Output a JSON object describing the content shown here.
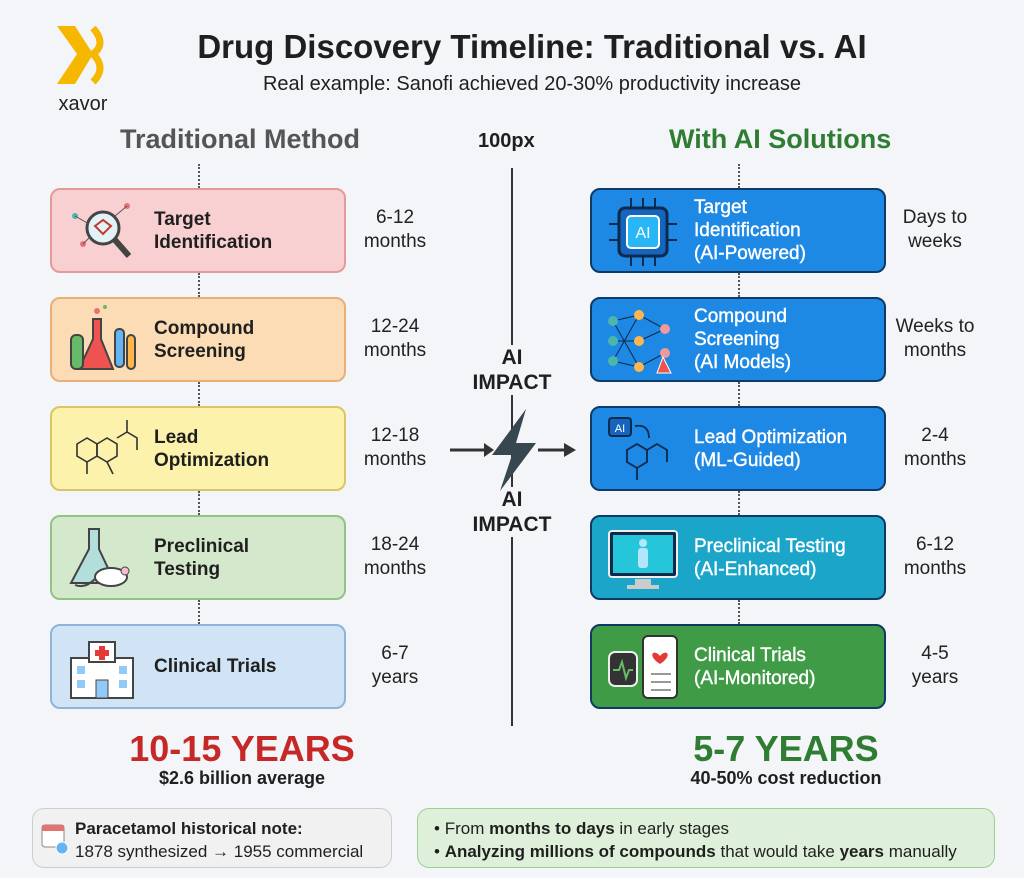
{
  "logo": {
    "name": "xavor",
    "accent": "#f5b700"
  },
  "header": {
    "title": "Drug Discovery Timeline: Traditional vs. AI",
    "subtitle": "Real example: Sanofi achieved 20-30% productivity increase"
  },
  "traditional": {
    "heading": "Traditional Method",
    "stages": [
      {
        "label": "Target Identification",
        "duration": [
          "6-12",
          "months"
        ],
        "icon": "magnifier-molecule-icon",
        "fill": "#f8d0d1",
        "border": "#e59a9a"
      },
      {
        "label": "Compound Screening",
        "duration": [
          "12-24",
          "months"
        ],
        "icon": "lab-flasks-icon",
        "fill": "#fcdcb4",
        "border": "#e6b078"
      },
      {
        "label": "Lead Optimization",
        "duration": [
          "12-18",
          "months"
        ],
        "icon": "chemical-structure-icon",
        "fill": "#fcf2ab",
        "border": "#d8c666"
      },
      {
        "label": "Preclinical Testing",
        "duration": [
          "18-24",
          "months"
        ],
        "icon": "flask-mouse-icon",
        "fill": "#d4e9cb",
        "border": "#93c285"
      },
      {
        "label": "Clinical Trials",
        "duration": [
          "6-7",
          "years"
        ],
        "icon": "hospital-icon",
        "fill": "#d1e4f6",
        "border": "#8fb4da"
      }
    ],
    "total": "10-15 YEARS",
    "total_sub": "$2.6 billion average",
    "total_color": "#c62828"
  },
  "center": {
    "label": "100px",
    "impact_top": "AI IMPACT",
    "impact_bottom": "AI IMPACT"
  },
  "ai": {
    "heading": "With AI Solutions",
    "stages": [
      {
        "label": [
          "Target",
          "Identification",
          "(AI-Powered)"
        ],
        "duration": [
          "Days to",
          "weeks"
        ],
        "icon": "ai-chip-icon",
        "fill": "#1e88e5"
      },
      {
        "label": [
          "Compound",
          "Screening",
          "(AI Models)"
        ],
        "duration": [
          "Weeks to",
          "months"
        ],
        "icon": "neural-network-icon",
        "fill": "#1e88e5"
      },
      {
        "label": [
          "Lead Optimization",
          "(ML-Guided)"
        ],
        "duration": [
          "2-4",
          "months"
        ],
        "icon": "ai-molecule-icon",
        "fill": "#1e88e5"
      },
      {
        "label": [
          "Preclinical Testing",
          "(AI-Enhanced)"
        ],
        "duration": [
          "6-12",
          "months"
        ],
        "icon": "monitor-body-scan-icon",
        "fill": "#1ba5c9"
      },
      {
        "label": [
          "Clinical Trials",
          "(AI-Monitored)"
        ],
        "duration": [
          "4-5",
          "years"
        ],
        "icon": "smartwatch-phone-icon",
        "fill": "#3f9b45"
      }
    ],
    "total": "5-7 YEARS",
    "total_sub": "40-50% cost reduction",
    "total_color": "#2e7d32"
  },
  "notes": {
    "history": {
      "title": "Paracetamol historical note:",
      "text": "1878 synthesized → 1955 commercial"
    },
    "bullets": [
      {
        "pre": "From ",
        "bold": "months to days",
        "post": " in early stages"
      },
      {
        "bold": "Analyzing millions of compounds",
        "mid": " that would take ",
        "bold2": "years",
        "post": " manually"
      }
    ]
  }
}
